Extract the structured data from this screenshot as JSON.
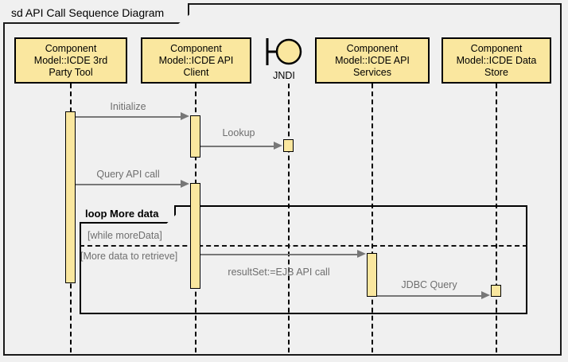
{
  "diagram": {
    "kind_keyword": "sd",
    "title": "sd API Call Sequence Diagram",
    "background_color": "#f0f0f0",
    "lifeline_fill": "#fae79f",
    "message_color": "#777777",
    "border_color": "#000000"
  },
  "lifelines": [
    {
      "id": "third-party-tool",
      "line1": "Component",
      "line2": "Model::ICDE 3rd",
      "line3": "Party Tool",
      "type": "component"
    },
    {
      "id": "api-client",
      "line1": "Component",
      "line2": "Model::ICDE API",
      "line3": "Client",
      "type": "component"
    },
    {
      "id": "jndi",
      "line1": "JNDI",
      "line2": "",
      "line3": "",
      "type": "interface"
    },
    {
      "id": "api-services",
      "line1": "Component",
      "line2": "Model::ICDE API",
      "line3": "Services",
      "type": "component"
    },
    {
      "id": "data-store",
      "line1": "Component",
      "line2": "Model::ICDE Data",
      "line3": "Store",
      "type": "component"
    }
  ],
  "messages": [
    {
      "id": "initialize",
      "label": "Initialize",
      "from": "third-party-tool",
      "to": "api-client"
    },
    {
      "id": "lookup",
      "label": "Lookup",
      "from": "api-client",
      "to": "jndi"
    },
    {
      "id": "query-api-call",
      "label": "Query API call",
      "from": "third-party-tool",
      "to": "api-client"
    },
    {
      "id": "ejb-api-call",
      "label": "resultSet:=EJB API call",
      "from": "api-client",
      "to": "api-services"
    },
    {
      "id": "jdbc-query",
      "label": "JDBC Query",
      "from": "api-services",
      "to": "data-store"
    }
  ],
  "fragment": {
    "operator_and_name": "loop More data",
    "guard": "[while moreData]",
    "condition": "[More data to retrieve]"
  }
}
